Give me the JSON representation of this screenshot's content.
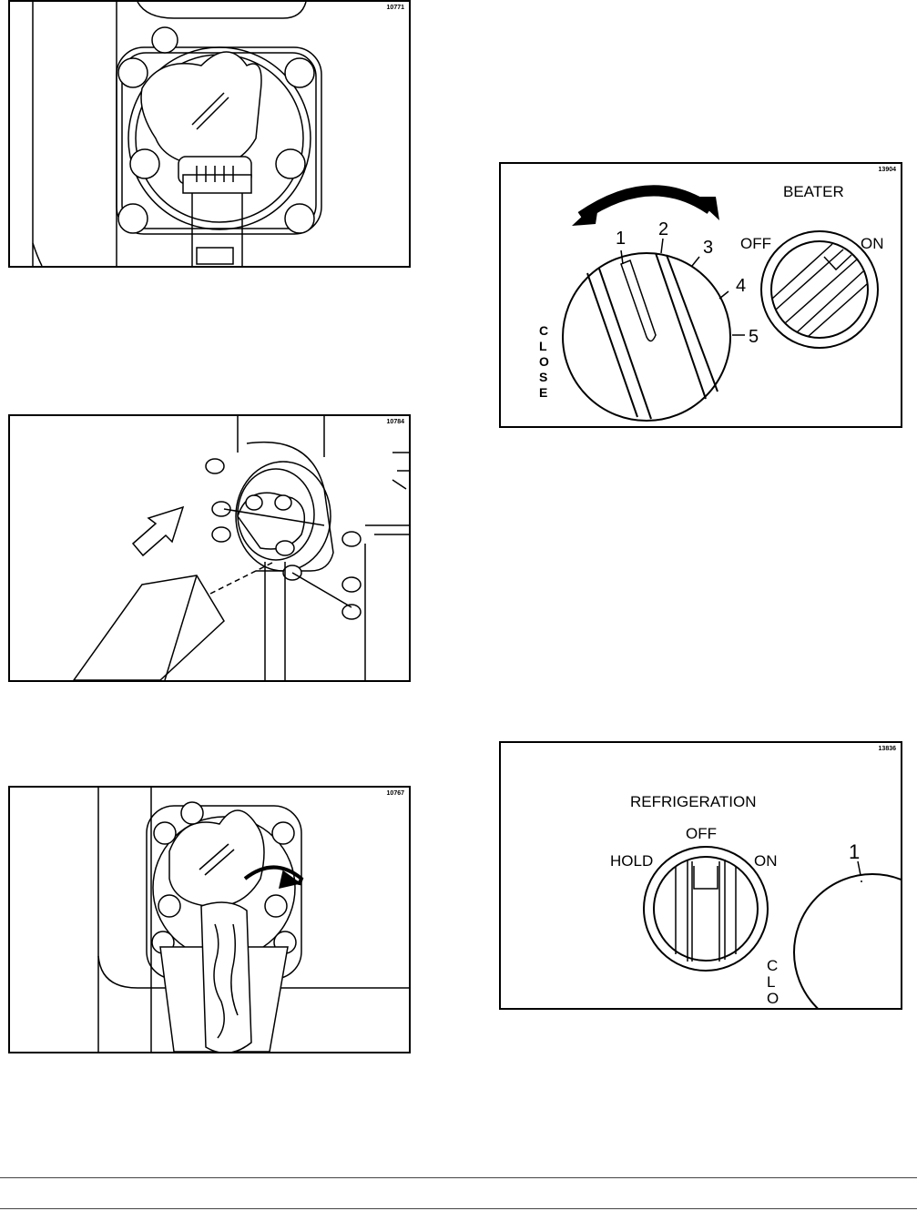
{
  "figures": [
    {
      "id": "10771"
    },
    {
      "id": "10784"
    },
    {
      "id": "10767"
    },
    {
      "id": "13904",
      "switch_label": "BEATER",
      "off_label": "OFF",
      "on_label": "ON",
      "dial_numbers": [
        "1",
        "2",
        "3",
        "4",
        "5"
      ],
      "vertical_label": [
        "C",
        "L",
        "O",
        "S",
        "E"
      ]
    },
    {
      "id": "13836",
      "switch_label": "REFRIGERATION",
      "off_label": "OFF",
      "hold_label": "HOLD",
      "on_label": "ON",
      "dial_number": "1",
      "vertical_label": [
        "C",
        "L",
        "O"
      ]
    }
  ]
}
